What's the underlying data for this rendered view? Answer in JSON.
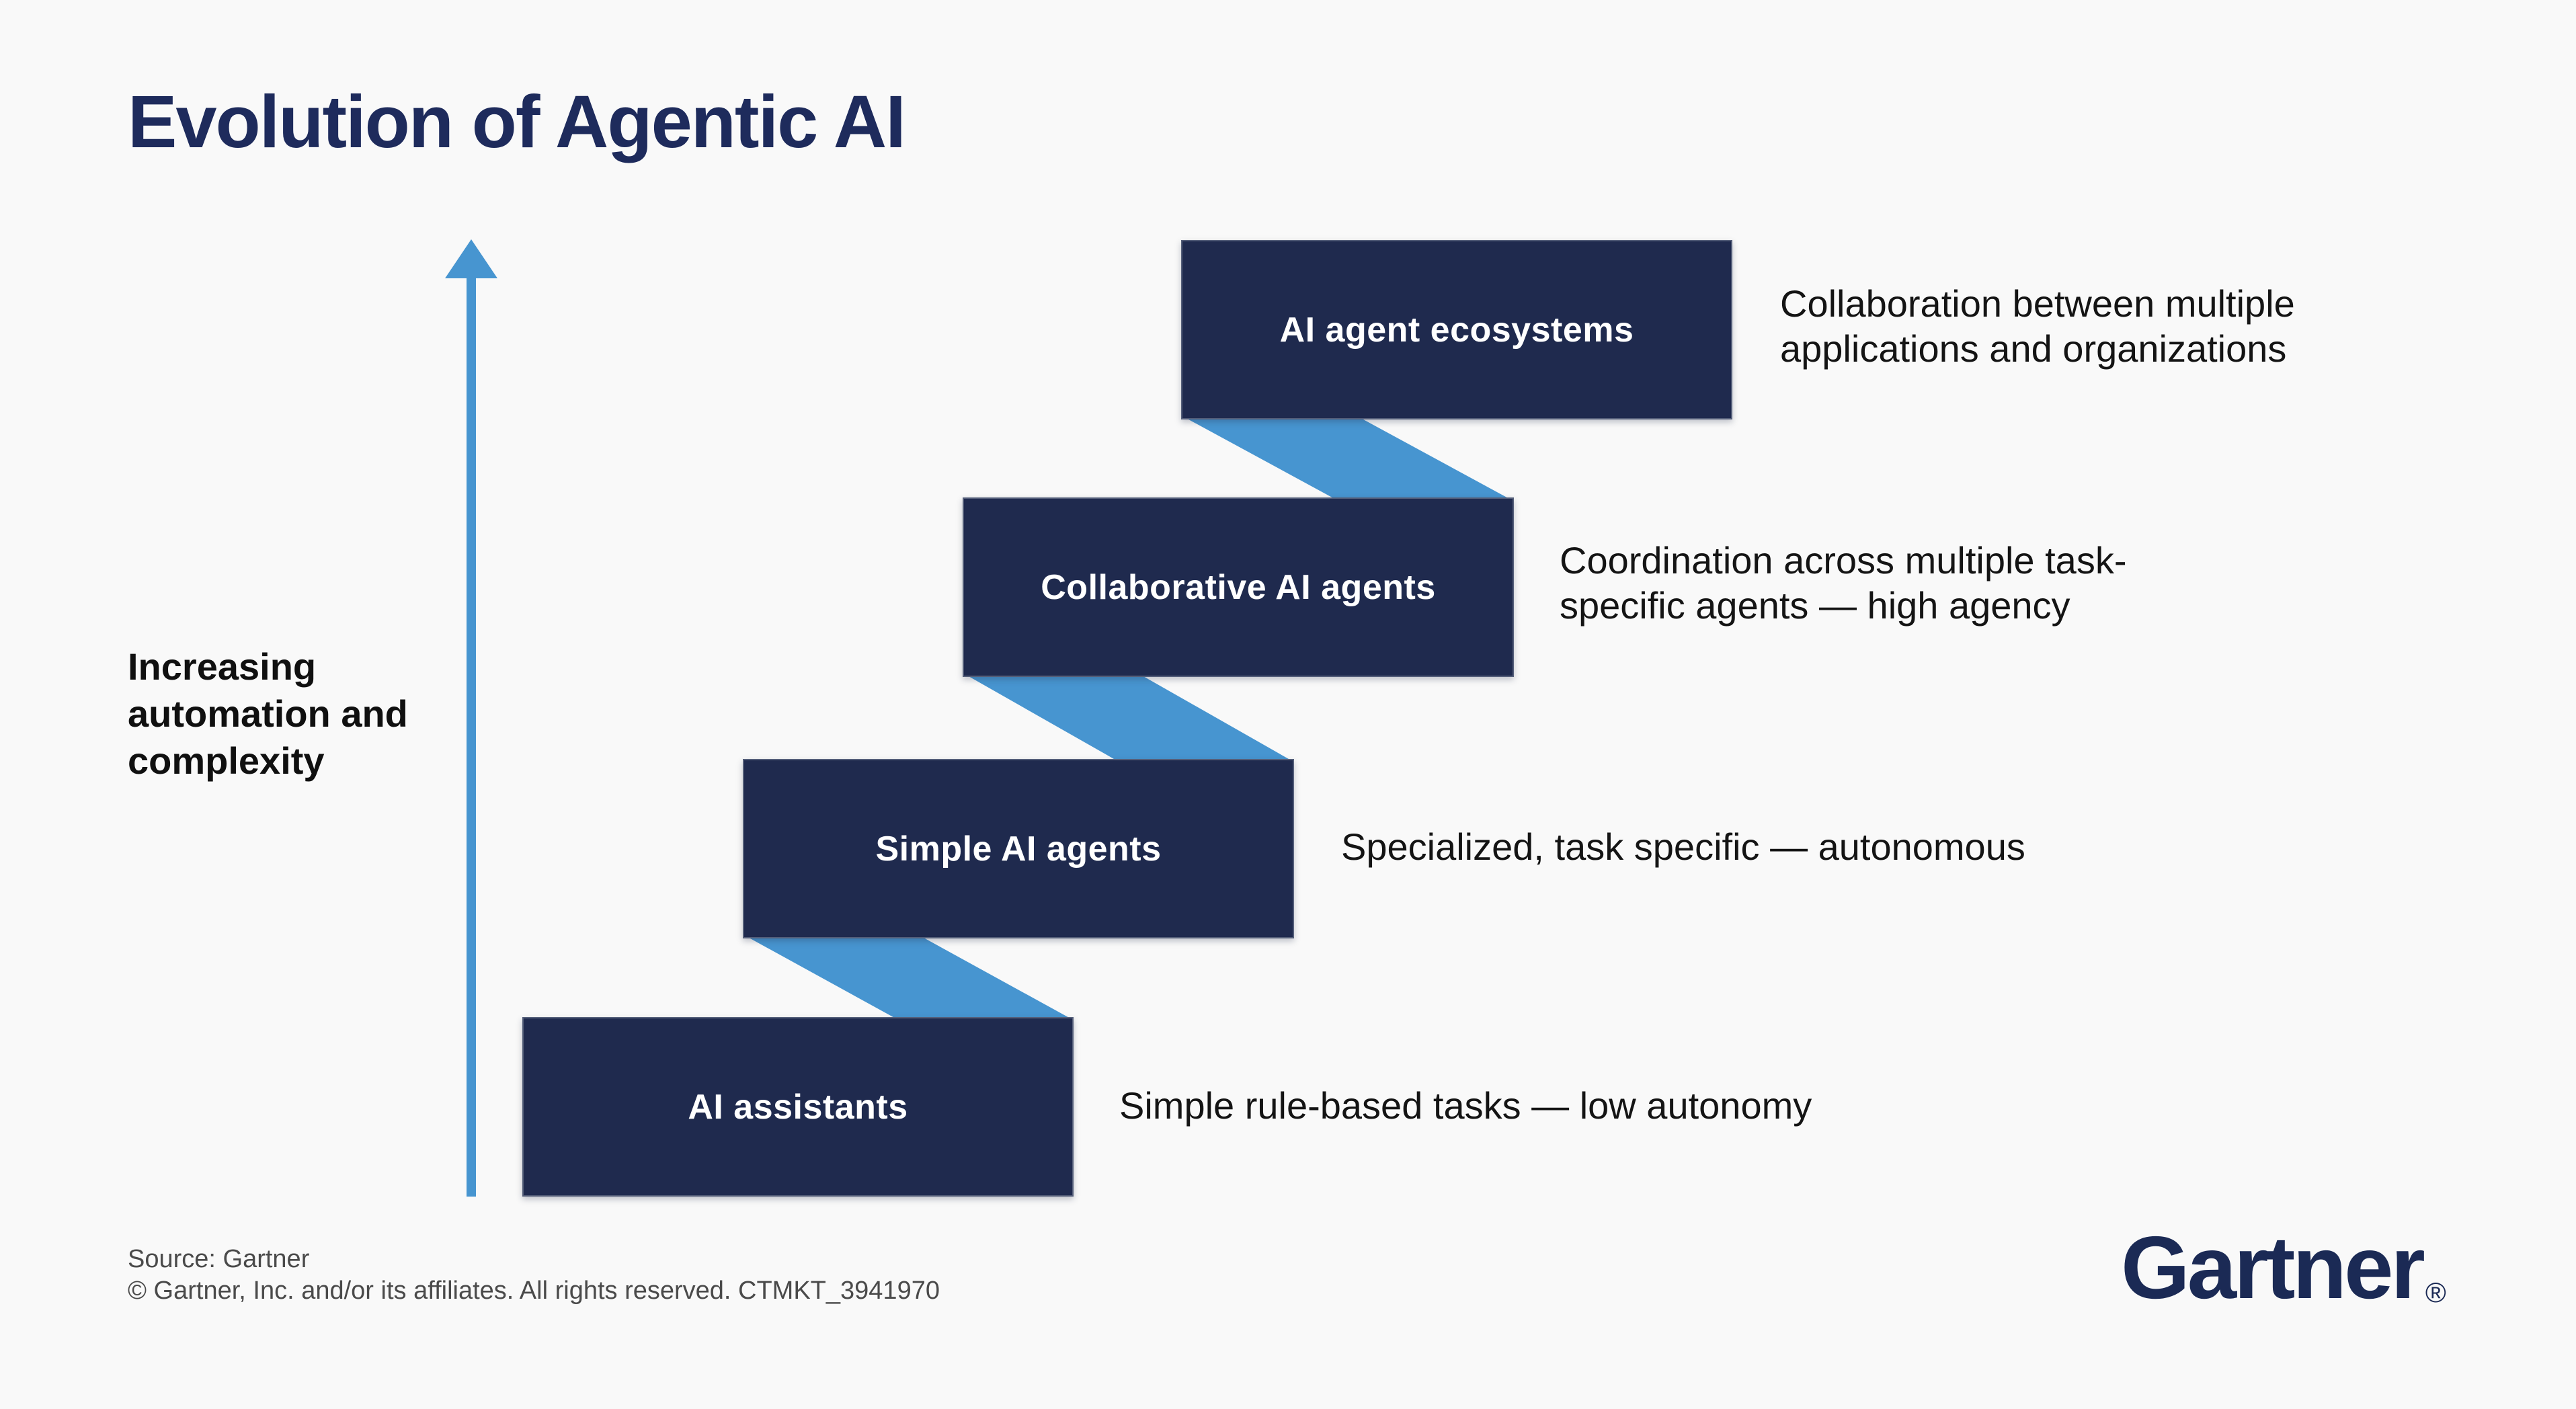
{
  "title": "Evolution of Agentic AI",
  "axis": {
    "arrow_direction": "up",
    "label_lines": [
      "Increasing",
      "automation and",
      "complexity"
    ]
  },
  "steps": [
    {
      "label": "AI assistants",
      "description": "Simple rule-based tasks — low autonomy",
      "desc_lines": [
        "Simple rule-based tasks — low autonomy"
      ]
    },
    {
      "label": "Simple AI agents",
      "description": "Specialized, task specific — autonomous",
      "desc_lines": [
        "Specialized, task specific — autonomous"
      ]
    },
    {
      "label": "Collaborative AI agents",
      "description": "Coordination across multiple task-specific agents — high agency",
      "desc_lines": [
        "Coordination across multiple task-",
        "specific agents — high agency"
      ]
    },
    {
      "label": "AI agent ecosystems",
      "description": "Collaboration between multiple applications and organizations",
      "desc_lines": [
        "Collaboration between multiple",
        "applications and organizations"
      ]
    }
  ],
  "footer": {
    "source": "Source: Gartner",
    "copyright": "© Gartner, Inc. and/or its affiliates. All rights reserved. CTMKT_3941970"
  },
  "brand": {
    "name": "Gartner",
    "registered_mark": "®"
  },
  "colors": {
    "navy_box": "#1F2A4E",
    "connector_blue": "#4795D0",
    "title_navy": "#1E2B5C",
    "brand_navy": "#1B2A55",
    "text_black": "#141414",
    "source_gray": "#4A4A4A",
    "background": "#F9F9F9"
  }
}
